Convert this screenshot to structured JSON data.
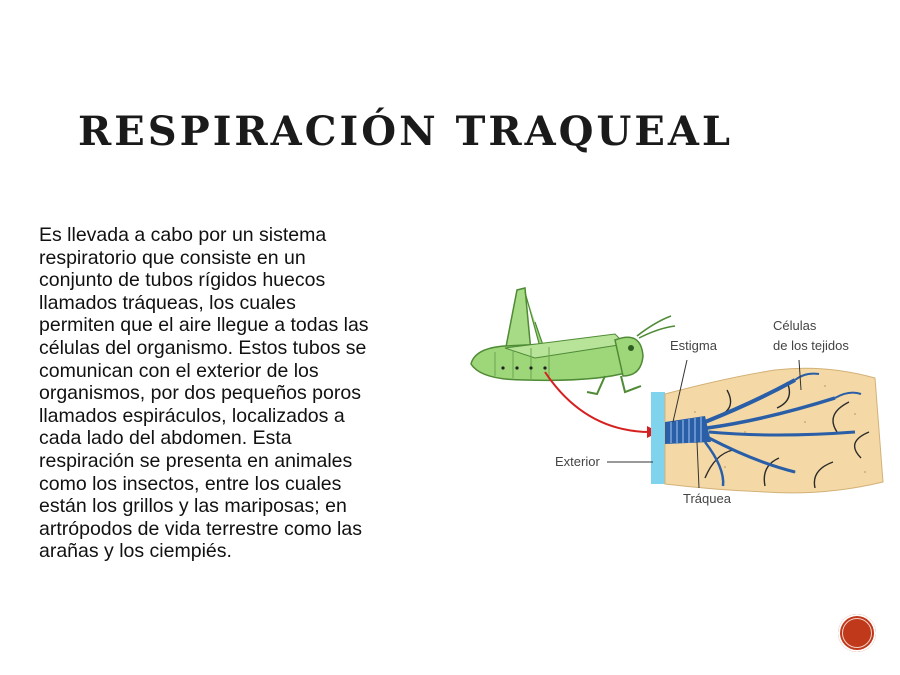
{
  "slide": {
    "title": "RESPIRACIÓN TRAQUEAL",
    "paragraph_lines": [
      "Es llevada a cabo por un sistema",
      "respiratorio que consiste en un",
      "conjunto de tubos rígidos huecos",
      "llamados tráqueas, los cuales",
      "permiten que el aire llegue a todas las",
      "células del organismo. Estos tubos se",
      "comunican con el exterior de los",
      "organismos, por dos pequeños poros",
      "llamados espiráculos, localizados a",
      "cada lado del abdomen. Esta",
      "respiración se presenta en animales",
      "como los insectos, entre los cuales",
      "están los grillos y las mariposas; en",
      "artrópodos de vida terrestre como las",
      "arañas y los ciempiés."
    ]
  },
  "figure": {
    "labels": {
      "estigma": "Estigma",
      "celulas_line1": "Células",
      "celulas_line2": "de los tejidos",
      "exterior": "Exterior",
      "traquea": "Tráquea"
    }
  },
  "nav": {
    "icon": "circle-nav-icon",
    "color": "#c0391b"
  },
  "colors": {
    "insect": "#9ed67a",
    "tissue": "#f4d9a6",
    "trachea": "#2a5fa8",
    "arrow": "#d62020",
    "exterior_band": "#7fd3ec"
  }
}
